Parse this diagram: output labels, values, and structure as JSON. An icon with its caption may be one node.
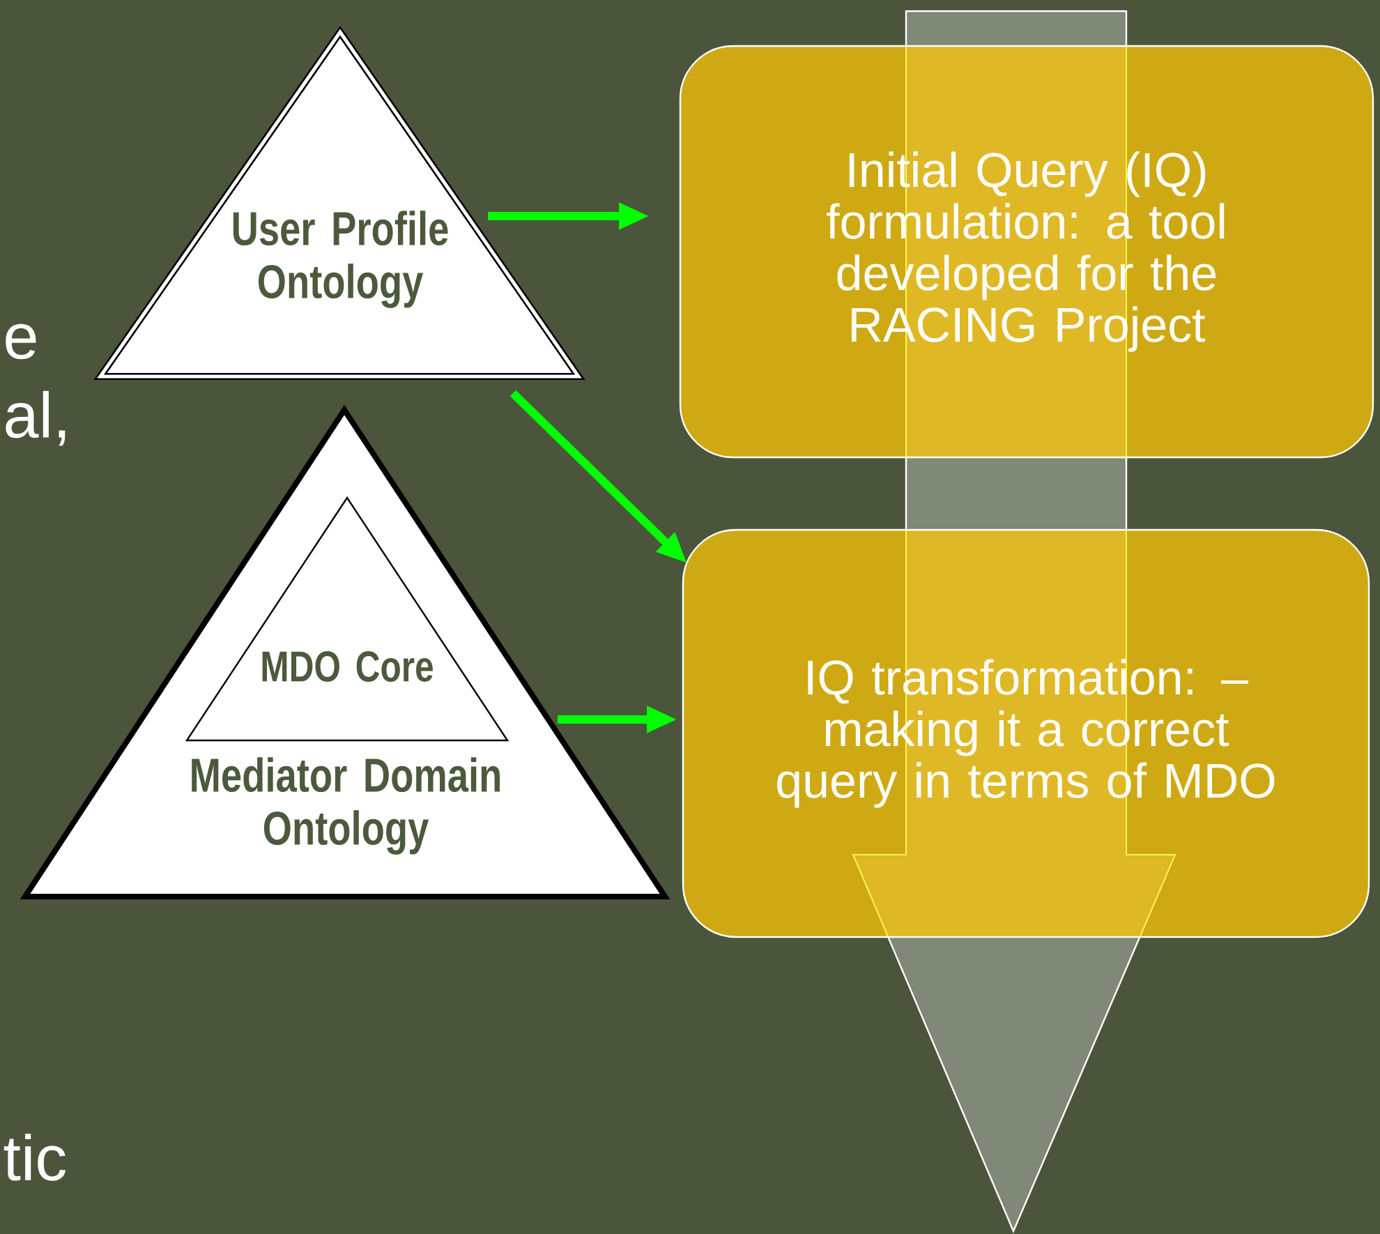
{
  "diagram": {
    "nodes": [
      {
        "text": [
          "User Profile Ontology"
        ]
      },
      {
        "text": [
          "Mediator Domain Ontology"
        ]
      },
      {
        "text": [
          "MDO Core"
        ],
        "in": 1
      },
      {
        "text": [
          "Initial Query (IQ) formulation: a tool developed for the RACING Project"
        ]
      },
      {
        "text": [
          "IQ transformation: – making it a correct query in terms of MDO"
        ]
      }
    ],
    "edges": [
      {
        "from": 0,
        "to": 3,
        "arrow": "to"
      },
      {
        "from": 0,
        "to": 4,
        "arrow": "to"
      },
      {
        "from": 1,
        "to": 4,
        "arrow": "to"
      }
    ],
    "labels": [
      "e",
      "al,",
      "tic"
    ]
  }
}
